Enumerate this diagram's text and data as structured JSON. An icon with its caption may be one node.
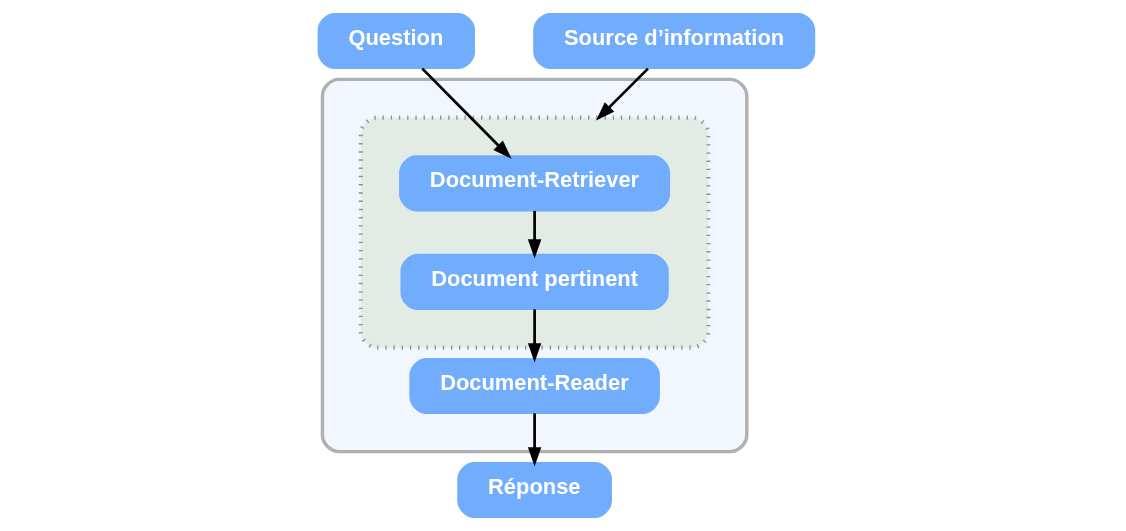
{
  "diagram": {
    "nodes": [
      {
        "text": [
          "Question"
        ]
      },
      {
        "text": [
          "Source d’information"
        ]
      },
      {
        "text": [],
        "shape": "box"
      },
      {
        "text": [],
        "shape": "box",
        "in": 2
      },
      {
        "text": [
          "Document-Retriever"
        ],
        "in": 3
      },
      {
        "text": [
          "Document pertinent"
        ],
        "in": 3
      },
      {
        "text": [
          "Document-Reader"
        ],
        "in": 2
      },
      {
        "text": [
          "Réponse"
        ]
      }
    ],
    "edges": [
      {
        "from": 0,
        "to": 4,
        "arrow": "to"
      },
      {
        "from": 1,
        "to": 3,
        "arrow": "to"
      },
      {
        "from": 4,
        "to": 5,
        "arrow": "to"
      },
      {
        "from": 5,
        "to": 6,
        "arrow": "to"
      },
      {
        "from": 6,
        "to": 7,
        "arrow": "to"
      }
    ]
  }
}
